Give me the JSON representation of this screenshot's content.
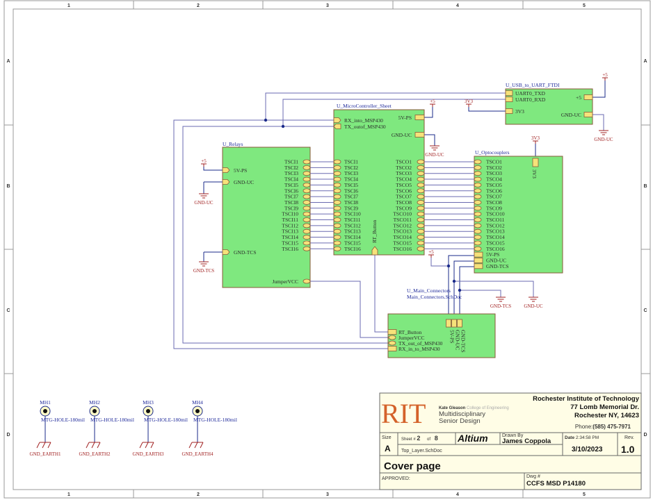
{
  "sheet": {
    "zones_top": [
      "1",
      "2",
      "3",
      "4",
      "5"
    ],
    "zones_side": [
      "A",
      "B",
      "C",
      "D"
    ]
  },
  "components": {
    "usb_uart": {
      "designator": "U_USB_to_UART_FTDI",
      "left_pins": [
        "UART0_TXD",
        "UART0_RXD",
        "3V3"
      ],
      "right_pins": [
        "+5",
        "GND-UC"
      ]
    },
    "micro": {
      "designator": "U_MicroController_Sheet",
      "top_left_pins": [
        "RX_into_MSP430",
        "TX_outof_MSP430"
      ],
      "top_right_pins": [
        "5V-PS",
        "GND-UC"
      ],
      "left_pins": [
        "TSCI1",
        "TSCI2",
        "TSCI3",
        "TSCI4",
        "TSCI5",
        "TSCI6",
        "TSCI7",
        "TSCI8",
        "TSCI9",
        "TSCI10",
        "TSCI11",
        "TSCI12",
        "TSCI13",
        "TSCI14",
        "TSCI15",
        "TSCI16"
      ],
      "right_pins": [
        "TSCO1",
        "TSCO2",
        "TSCO3",
        "TSCO4",
        "TSCO5",
        "TSCO6",
        "TSCO7",
        "TSCO8",
        "TSCO9",
        "TSCO10",
        "TSCO11",
        "TSCO12",
        "TSCO13",
        "TSCO14",
        "TSCO15",
        "TSCO16"
      ],
      "bottom_pin": "RT_Button"
    },
    "relays": {
      "designator": "U_Relays",
      "left_pins": [
        "5V-PS",
        "GND-UC",
        "GND-TCS"
      ],
      "right_pins": [
        "TSCI1",
        "TSCI2",
        "TSCI3",
        "TSCI4",
        "TSCI5",
        "TSCI6",
        "TSCI7",
        "TSCI8",
        "TSCI9",
        "TSCI10",
        "TSCI11",
        "TSCI12",
        "TSCI13",
        "TSCI14",
        "TSCI15",
        "TSCI16"
      ],
      "bottom_pin": "JumperVCC"
    },
    "opto": {
      "designator": "U_Optocouplers",
      "left_pins": [
        "TSCO1",
        "TSCO2",
        "TSCO3",
        "TSCO4",
        "TSCO5",
        "TSCO6",
        "TSCO7",
        "TSCO8",
        "TSCO9",
        "TSCO10",
        "TSCO11",
        "TSCO12",
        "TSCO13",
        "TSCO14",
        "TSCO15",
        "TSCO16",
        "5V-PS",
        "GND-UC",
        "GND-TCS"
      ],
      "top_pin": "3V3"
    },
    "main_conn": {
      "designator": "U_Main_Connectors",
      "filename": "Main_Connectors.SchDoc",
      "left_pins": [
        "RT_Button",
        "JumperVCC",
        "TX_out_of_MSP430",
        "RX_in_to_MSP430"
      ],
      "top_pins": [
        "5V-PS",
        "GND-UC",
        "GND-TCS"
      ]
    }
  },
  "power_labels": {
    "p5": "+5",
    "v3v3": "3V3",
    "gnd_uc": "GND-UC",
    "gnd_tcs": "GND-TCS"
  },
  "mounting_holes": [
    {
      "designator": "MH1",
      "footprint": "MTG-HOLE-180mil",
      "ground": "GND_EARTH1"
    },
    {
      "designator": "MH2",
      "footprint": "MTG-HOLE-180mil",
      "ground": "GND_EARTH2"
    },
    {
      "designator": "MH3",
      "footprint": "MTG-HOLE-180mil",
      "ground": "GND_EARTH3"
    },
    {
      "designator": "MH4",
      "footprint": "MTG-HOLE-180mil",
      "ground": "GND_EARTH4"
    }
  ],
  "title_block": {
    "logo": "RIT",
    "college_bold": "Kate Gleason",
    "college_rest": "College of Engineering",
    "program_line1": "Multidisciplinary",
    "program_line2": "Senior Design",
    "institution": "Rochester Institute of Technology",
    "address1": "77 Lomb Memorial Dr.",
    "address2": "Rochester NY, 14623",
    "phone_label": "Phone:",
    "phone": "(585) 475-7971",
    "size_label": "Size",
    "size": "A",
    "sheet_label": "Sheet #",
    "sheet_num": "2",
    "of_label": "of",
    "sheet_total": "8",
    "cad_logo": "Altium",
    "drawn_by_label": "Drawn By",
    "drawn_by": "James Coppola",
    "date_label": "Date",
    "time": "2:34:58 PM",
    "date": "3/10/2023",
    "rev_label": "Rev.",
    "rev": "1.0",
    "filename": "Top_Layer.SchDoc",
    "title": "Cover page",
    "approved_label": "APPROVED:",
    "dwg_label": "Dwg #",
    "dwg": "CCFS MSD P14180"
  },
  "colors": {
    "component_fill": "#7fe87f",
    "pin_fill": "#f6e27a",
    "wire": "#1a2a8a",
    "power": "#a02020",
    "titleblock_bg": "#fffde6",
    "rit_orange": "#d4622a"
  }
}
